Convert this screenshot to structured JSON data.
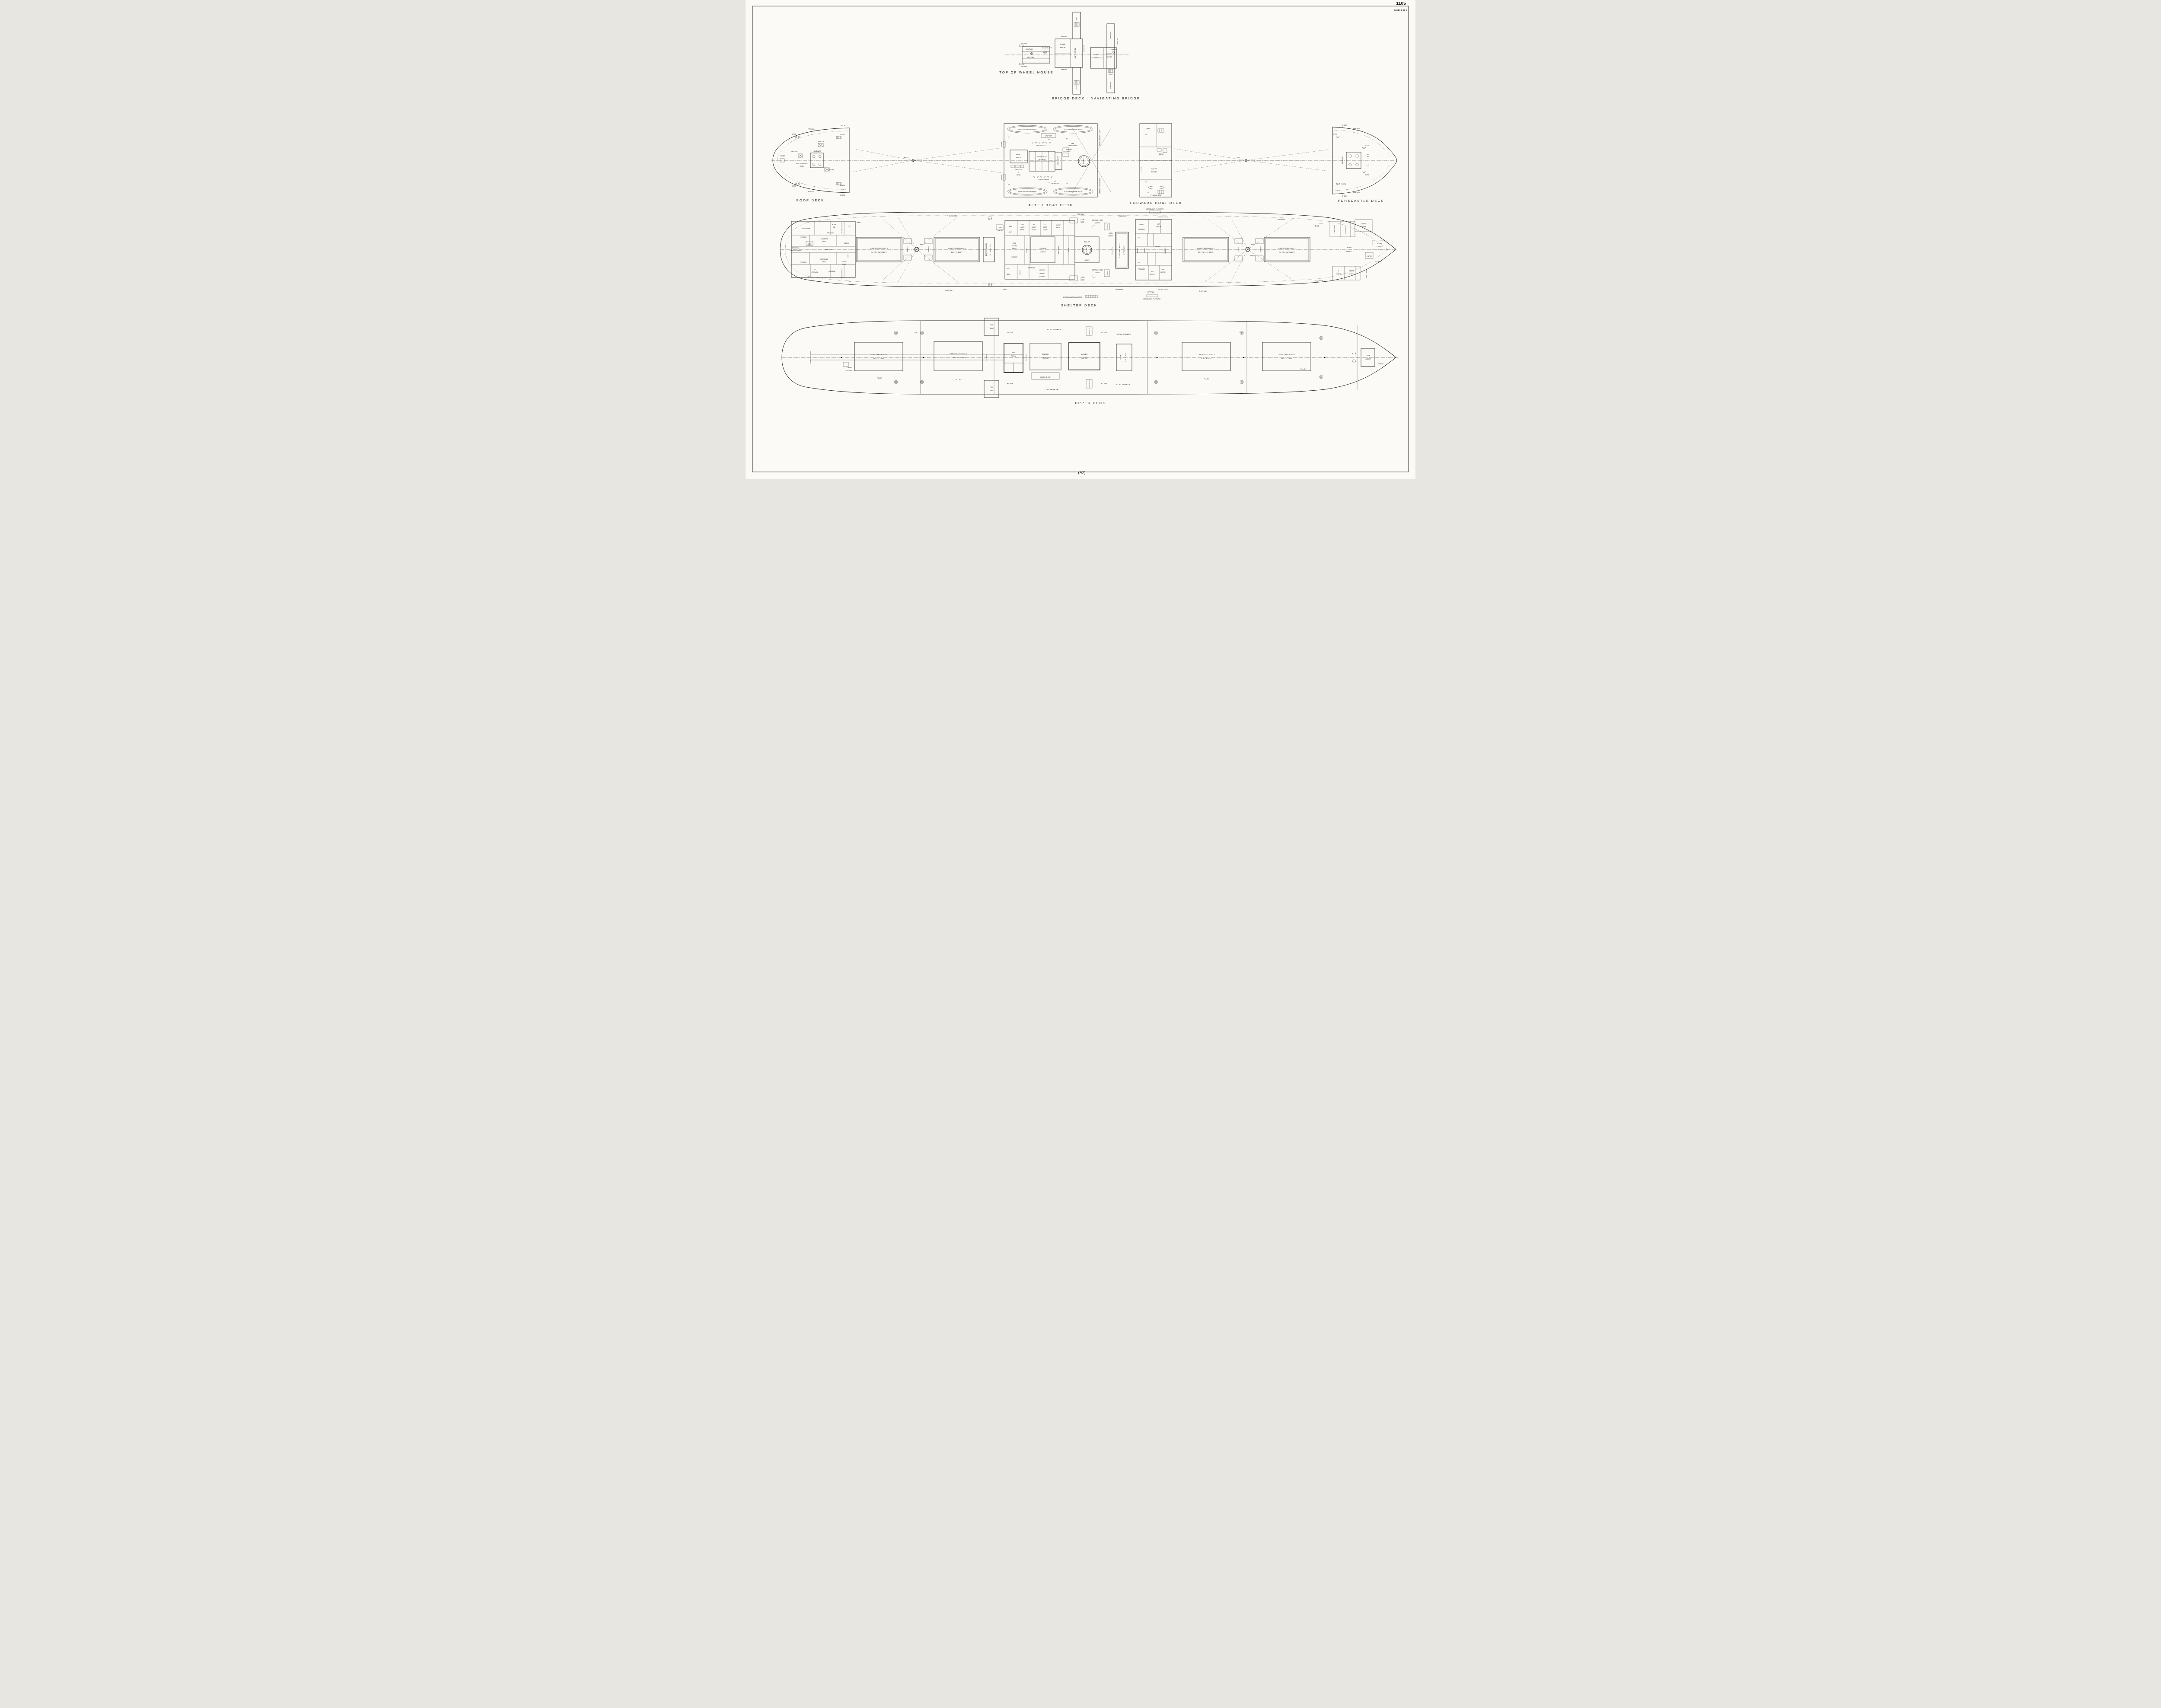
{
  "page": {
    "number": "1105",
    "sheet_label": "SHEET 2 OF 2",
    "footer": "(92)"
  },
  "common": {
    "mv": "M.V.",
    "down": "DOWN",
    "up": "UP",
    "bitts": "BITTS",
    "chock": "CHOCK",
    "pipe_rail": "PIPE RAIL",
    "chain_rail": "CHAIN RAIL",
    "wood_rail": "WOOD RAIL",
    "wt_door": "W.T. DOOR",
    "pillar": "PILLAR",
    "wc": "W.C.",
    "ladder": "LADDER",
    "coal": "COAL",
    "hatch": "HATCH",
    "coal_hatch": "COAL HATCH",
    "coal_bunker": "COAL BUNKER",
    "winch": "WINCH",
    "winches": "WINCHES",
    "mast": "MAST",
    "passage": "PASSAGE",
    "stores": "STORES",
    "skylight": "SKYLIGHT",
    "telegraph": "TELEGRAPH",
    "compass": "COMPASS",
    "windlass": "WINDLASS",
    "derrick_l1": "DERRICK POST",
    "derrick_l2": "& VENT",
    "derrick_full": "DERRICK POST & VENT",
    "fw": "F.W.",
    "tank": "TANK",
    "closed_chock": "CLOSED CHOCK",
    "leadsmans_platform": "LEADSMAN'S PLATFORM",
    "fire_buckets": "FIRE BUCKETS",
    "life": "LIFE",
    "preservers": "PRESERVERS",
    "lifeboat": "24 FT. LIFEBOAT-METALLIC",
    "mh": "M.H.",
    "open": "OPEN",
    "bath": "BATH",
    "galley": "GALLEY",
    "stack": "STACK"
  },
  "wheelhouse_top": {
    "title": "TOP OF WHEEL HOUSE",
    "searchlight": "SEARCHLIGHT"
  },
  "bridge": {
    "title": "BRIDGE DECK",
    "spare_l1": "SPARE",
    "spare_l2": "ROOM",
    "capts_office": "CAPT'S OFFICE"
  },
  "nav_bridge": {
    "title": "NAVIGATING BRIDGE",
    "chart_l1": "CHART",
    "chart_l2": "ROOM",
    "wheel_l1": "WHEEL",
    "wheel_l2": "HOUSE"
  },
  "poop": {
    "title": "POOP DECK",
    "tiller": "TILLER",
    "hand_steering_l1": "HAND STEERING",
    "hand_steering_l2": "GEAR"
  },
  "after_boat": {
    "title": "AFTER BOAT DECK",
    "life_raft": "LIFE RAFT",
    "radio_l1": "RADIO",
    "radio_l2": "ROOM",
    "wireless_l1": "WIRELESS",
    "wireless_l2": "2",
    "wireless_l3": "OPRS.",
    "er_sky_l1": "ENGINE ROOM",
    "er_sky_l2": "SKYLIGHT",
    "sanitary_l1": "SANITARY",
    "sanitary_l2": "TANK"
  },
  "fwd_boat": {
    "title": "FORWARD BOAT DECK",
    "capts_l1": "CAPT'S",
    "capts_l2": "ROOM",
    "work_boat": "FT. WORK BOAT"
  },
  "forecastle": {
    "title": "FORECASTLE DECK"
  },
  "shelter": {
    "title": "SHELTER DECK",
    "seamen10": "10 SEAMEN",
    "hosp_l1": "HOSPI",
    "hosp_l2": "TAL",
    "seamens_toilet": "SEAMEN'S TOILET",
    "seamens_mess_l1": "SEAMEN'S",
    "seamens_mess_l2": "MESS",
    "oilers": "OILERS",
    "steering_l1": "STEERING",
    "steering_l2": "ENGINE ROOM",
    "cooks": "COOKS",
    "firemens_mess_l1": "FIREMEN'S",
    "firemens_mess_l2": "MESS",
    "store_room_l1": "STORE",
    "store_room_l2": "ROOM",
    "firemen15_l1": "15",
    "firemen15_l2": "FIREMEN",
    "firemens_toilet": "FIREMEN'S TOILET",
    "cargo5_l1": "CARGO HATCH NO. 5",
    "cargo5_l2": "30 FT. 6 IN. X 18 FT.",
    "cargo4_l1": "CARGO HATCH NO. 4",
    "cargo4_l2": "29 FT. X 18 FT.",
    "deep_tank_l1": "DEEP TANK HATCH",
    "deep_tank_l2": "8 FT. 4 IN. X 18 FT.",
    "e1_l1": "1ST",
    "e2_l1": "2ND",
    "e3_l1": "3RD",
    "asst": "ASST.",
    "engr": "ENGR.",
    "chief_l1": "CHIEF",
    "chief_l2": "ENGR.",
    "eng_mess_l1": "ENGI",
    "eng_mess_l2": "NEERS'",
    "eng_mess_l3": "MESS",
    "engine_hatch_l1": "ENGINE",
    "engine_hatch_l2": "HATCH",
    "coal_trunk": "COAL TRUNK",
    "boiler": "BOILER",
    "cargo3_l1": "CARGO HATCH NO. 3",
    "cargo3_l2": "11 FT. X 18 FT.",
    "stwrd": "STWRD",
    "offcr": "OFFCR.",
    "pantry": "PANTRY",
    "dining": "DINING",
    "saloon": "SALOON",
    "cadets": "CADETS",
    "office": "OFFICE",
    "super_l1": "SUPER",
    "super_l2": "CARGO",
    "cargo2_l1": "CARGO HATCH NO. 2",
    "cargo2_l2": "30 FT. 6 IN. X 18 FT.",
    "cargo1_l1": "CARGO HATCH NO. 1",
    "cargo1_l2": "30 FT. 6 IN. X 18 FT.",
    "locker": "LOCKER",
    "lamp_room": "LAMP ROOM",
    "paint_room": "PAINT ROOM",
    "wash_l1": "WASH",
    "wash_l2": "ROOM",
    "cargo_space_l1": "CARGO",
    "cargo_space_l2": "SPACE",
    "bosns_l1": "BOSN'S",
    "bosns_l2": "STORES",
    "qmrs_l1": "3",
    "qmrs_l2": "QMRS",
    "mess_boys_l1": "4 MESS",
    "mess_boys_l2": "BOYS",
    "carp_bosn": "CARP. & BOSN",
    "accommodation_ladder": "ACCOMMODATION LADDER"
  },
  "upper": {
    "title": "UPPER DECK",
    "stwrds_stores": "STWRD'S STORES",
    "tunnel_l1": "TUNNEL",
    "tunnel_l2": "ESCAPE",
    "cargo5_l1": "CARGO HATCH NO. 5",
    "cargo5_l2": "33 FT. X 18 FT",
    "cargo4_l1": "CARGO HATCH NO. 4",
    "cargo4_l2": "31 FT. 4 IN. X 18 FT.",
    "ref_l1": "REF.",
    "ref_l2": "ROOM",
    "ref_mach": "REF. MACH.",
    "engine_l1": "ENGINE",
    "engine_l2": "HATCH",
    "mach_shop": "MACH SHOP",
    "boiler_l1": "BOILER",
    "boiler_l2": "HATCH",
    "trunk": "TRUNK",
    "trunk_dim": "11 FT. X 18 FT",
    "cargo2_l1": "CARGO HATCH NO. 2",
    "cargo2_l2": "33 FT. X 18 FT",
    "cargo1_l1": "CARGO HATCH NO. 1",
    "cargo1_l2": "33 FT. X 18 FT",
    "chain_l1": "CHAIN",
    "chain_l2": "LOCKER"
  }
}
